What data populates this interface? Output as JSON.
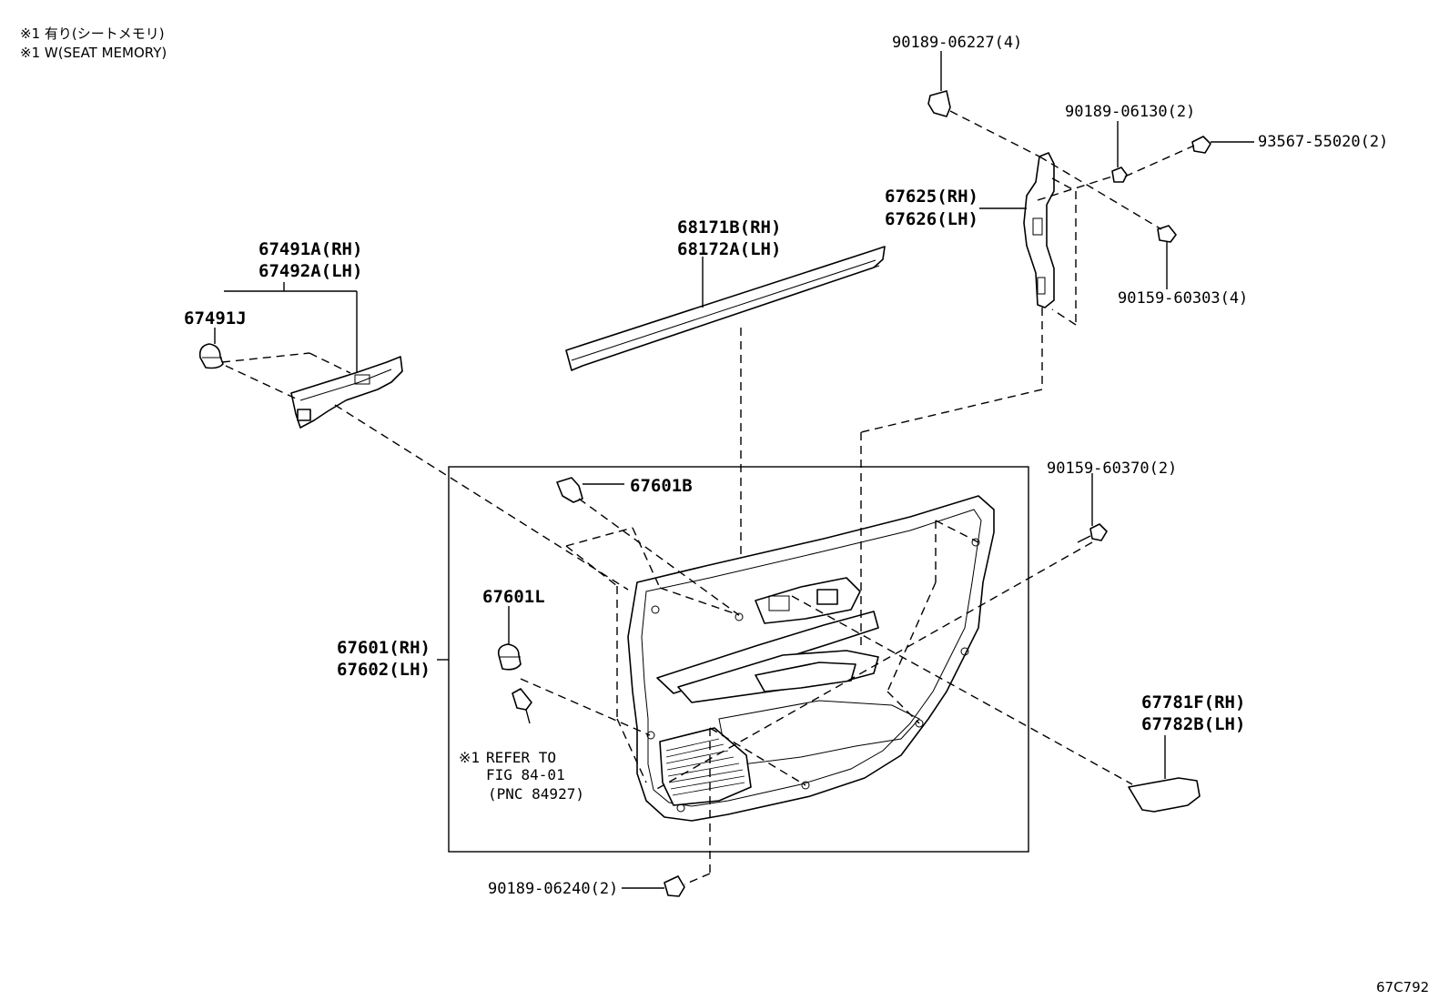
{
  "notes": {
    "line1": "※1 有り(シートメモリ)",
    "line2": "※1 W(SEAT MEMORY)"
  },
  "labels": {
    "p_90189_06227": "90189-06227(4)",
    "p_90189_06130": "90189-06130(2)",
    "p_93567_55020": "93567-55020(2)",
    "p_67625": "67625(RH)",
    "p_67626": "67626(LH)",
    "p_90159_60303": "90159-60303(4)",
    "p_68171B": "68171B(RH)",
    "p_68172A": "68172A(LH)",
    "p_67491A": "67491A(RH)",
    "p_67492A": "67492A(LH)",
    "p_67491J": "67491J",
    "p_67601B": "67601B",
    "p_90159_60370": "90159-60370(2)",
    "p_67601L": "67601L",
    "p_67601": "67601(RH)",
    "p_67602": "67602(LH)",
    "p_67781F": "67781F(RH)",
    "p_67782B": "67782B(LH)",
    "p_90189_06240": "90189-06240(2)"
  },
  "reference": {
    "mark": "※1",
    "line1": "REFER TO",
    "line2": "FIG 84-01",
    "line3": "(PNC 84927)"
  },
  "diagram_code": "67C792"
}
